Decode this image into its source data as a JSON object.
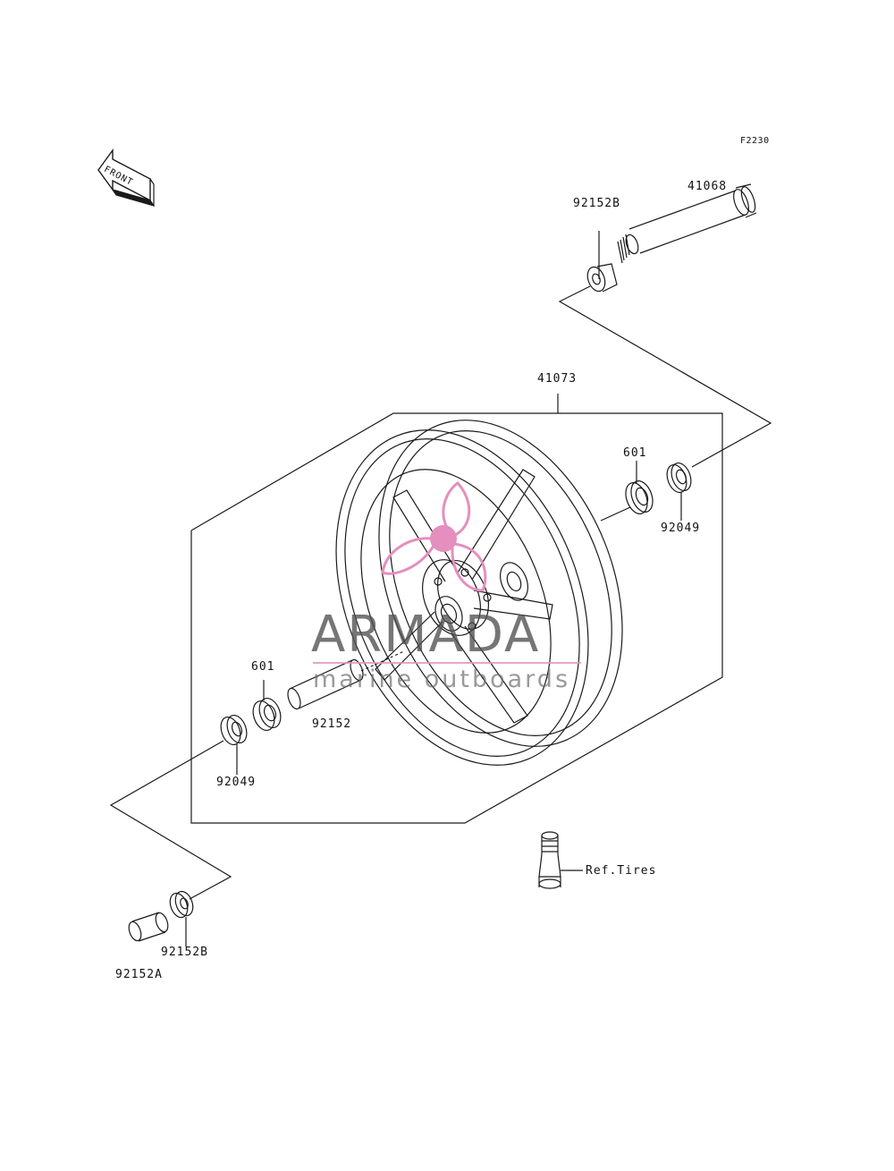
{
  "figure_code": "F2230",
  "front_arrow": {
    "text": "FRONT"
  },
  "labels": {
    "axle": "41068",
    "collar_upper": "92152B",
    "wheel": "41073",
    "bearing_right": "601",
    "seal_right": "92049",
    "bearing_left": "601",
    "spacer": "92152",
    "seal_left": "92049",
    "collar_lower": "92152B",
    "collar_a": "92152A",
    "valve_ref": "Ref.Tires"
  },
  "watermark": {
    "brand": "ARMADA",
    "tagline": "marine outboards",
    "accent": "#e48fbd"
  },
  "colors": {
    "line": "#1a1a1a",
    "background": "#ffffff"
  }
}
